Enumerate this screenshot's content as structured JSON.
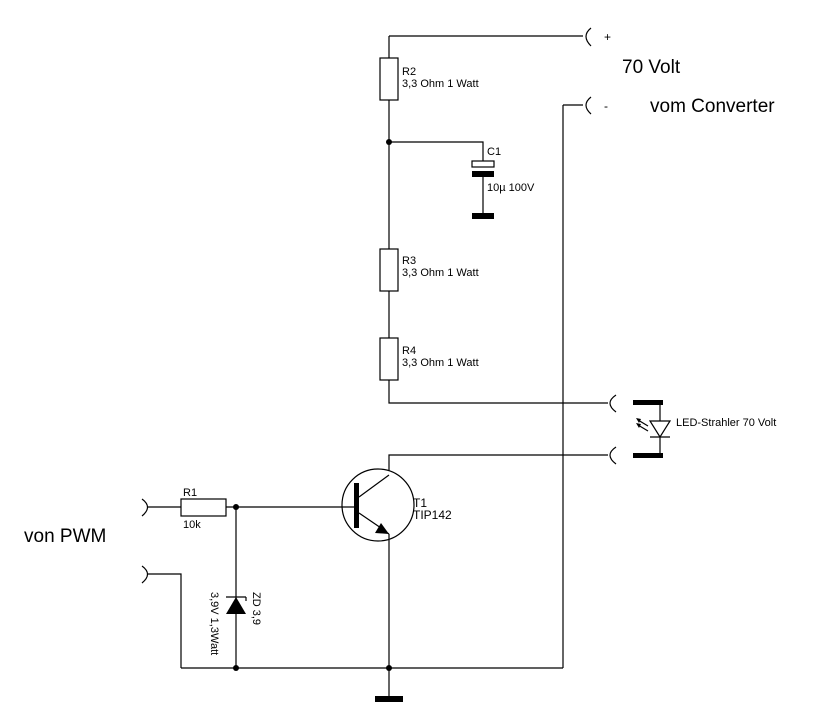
{
  "labels": {
    "plus": "+",
    "minus": "-",
    "volt": "70 Volt",
    "converter": "vom Converter",
    "pwm": "von PWM",
    "led": "LED-Strahler 70 Volt"
  },
  "components": {
    "r2": {
      "ref": "R2",
      "value": "3,3 Ohm 1 Watt"
    },
    "c1": {
      "ref": "C1",
      "value": "10µ 100V"
    },
    "r3": {
      "ref": "R3",
      "value": "3,3 Ohm 1 Watt"
    },
    "r4": {
      "ref": "R4",
      "value": "3,3 Ohm 1 Watt"
    },
    "r1": {
      "ref": "R1",
      "value": "10k"
    },
    "t1": {
      "ref": "T1",
      "value": "TIP142"
    },
    "zd": {
      "ref": "ZD 3,9",
      "value": "3,9V  1,3Watt"
    }
  }
}
